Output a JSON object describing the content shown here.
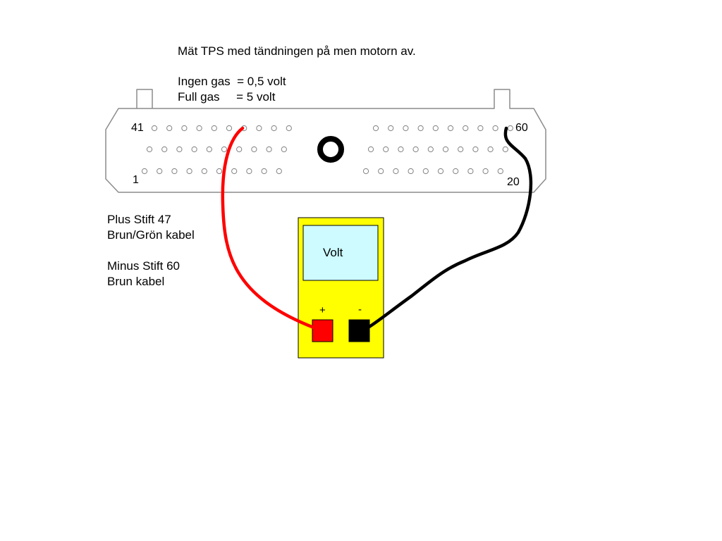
{
  "instructions": {
    "heading": "Mät TPS med tändningen på men motorn av.",
    "line_no_gas": "Ingen gas  = 0,5 volt",
    "line_full_gas": "Full gas     = 5 volt"
  },
  "connector": {
    "pin_label_41": "41",
    "pin_label_60": "60",
    "pin_label_1": "1",
    "pin_label_20": "20"
  },
  "legend": {
    "plus_pin": "Plus Stift 47",
    "plus_cable": "Brun/Grön kabel",
    "minus_pin": "Minus Stift 60",
    "minus_cable": "Brun kabel"
  },
  "meter": {
    "display_label": "Volt",
    "plus_symbol": "+",
    "minus_symbol": "-"
  },
  "colors": {
    "meter_body": "#ffff00",
    "meter_display": "#cdfbff",
    "plus_wire": "#ff0000",
    "minus_wire": "#000000"
  }
}
